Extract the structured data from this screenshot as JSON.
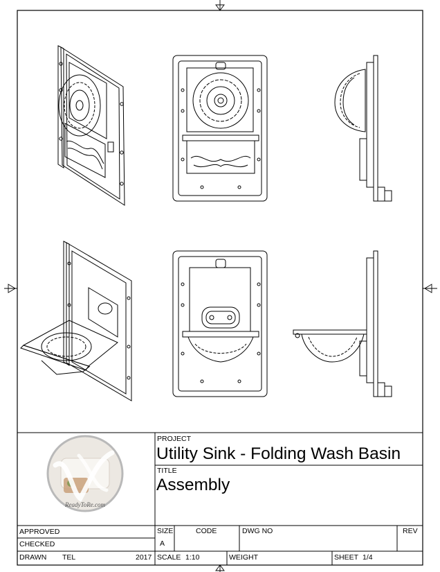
{
  "drawing": {
    "views": [
      {
        "name": "iso-folded"
      },
      {
        "name": "front-folded"
      },
      {
        "name": "side-folded"
      },
      {
        "name": "iso-open"
      },
      {
        "name": "front-open"
      },
      {
        "name": "side-open"
      }
    ]
  },
  "title_block": {
    "project_label": "PROJECT",
    "project_value": "Utility Sink - Folding Wash Basin",
    "title_label": "TITLE",
    "title_value": "Assembly",
    "approved_label": "APPROVED",
    "checked_label": "CHECKED",
    "drawn_label": "DRAWN",
    "drawn_by": "TEL",
    "drawn_year": "2017",
    "size_label": "SIZE",
    "size_value": "A",
    "code_label": "CODE",
    "dwg_no_label": "DWG NO",
    "rev_label": "REV",
    "scale_label": "SCALE",
    "scale_value": "1:10",
    "weight_label": "WEIGHT",
    "sheet_label": "SHEET",
    "sheet_value": "1/4"
  },
  "logo": {
    "caption": "ReadyToRe.com",
    "colors": {
      "ring": "#b9b9b9",
      "fill": "#ece8e2",
      "accent": "#c9a07a",
      "green": "#8a9a5a"
    }
  }
}
